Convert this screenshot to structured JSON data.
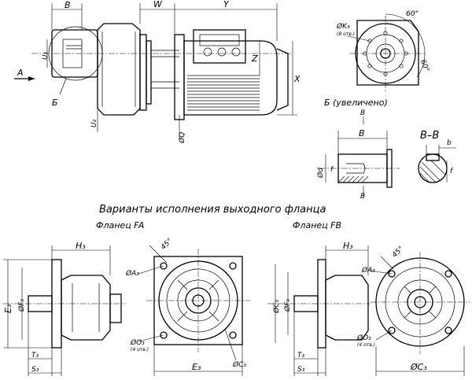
{
  "title": "Варианты исполнения выходного фланца",
  "flange_fa": "Фланец FA",
  "flange_fb": "Фланец FB",
  "view_b_caption": "Б (увеличено)",
  "section_caption": "В–В",
  "labels": {
    "B": "В",
    "W": "W",
    "Y": "Y",
    "Z": "Z",
    "X": "X",
    "A": "А",
    "Bcyr": "Б",
    "U1": "U₁",
    "U2": "U₂",
    "Q": "ØQ",
    "d": "Ød",
    "f": "f",
    "b": "b",
    "K3": "ØK₃",
    "K3n": "(8 отв.)",
    "a60": "60°",
    "a60b": "60°",
    "H3": "H₃",
    "A3": "ØA₃",
    "O3": "ØO₃",
    "O3n": "(4 отв.)",
    "E3": "E₃",
    "C3": "ØC₃",
    "F3": "ØF₃",
    "T3": "T₃",
    "S3": "S₃",
    "deg45": "45°",
    "H3b": "H₃",
    "A3b": "ØA₃",
    "O3b": "ØO₃",
    "O3bn": "(4 отв.)",
    "C3b": "ØC₃",
    "F3b": "ØF₃",
    "C3c": "ØC₃",
    "T3b": "T₃",
    "S3b": "S₃",
    "deg45b": "45°",
    "E3v": "E₃"
  }
}
